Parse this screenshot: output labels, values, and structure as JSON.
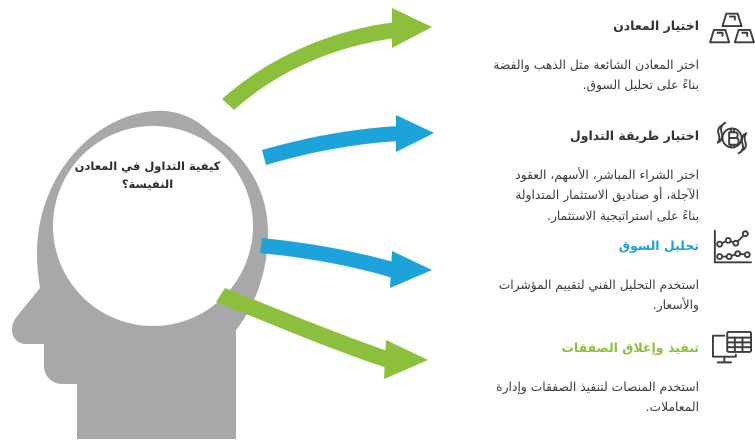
{
  "colors": {
    "green": "#8cc03c",
    "blue": "#1ba3da",
    "head_gray": "#a8a8a8",
    "icon_dark": "#3d3d3d",
    "body_text": "#3a3a3a",
    "title_dark": "#333333",
    "background": "#ffffff"
  },
  "center": {
    "question": "كيفية التداول في المعادن النفيسة؟",
    "head_label": "head-silhouette"
  },
  "steps": [
    {
      "index": "1",
      "icon": "gold-bars-icon",
      "title": "اختيار المعادن",
      "title_color": "#333333",
      "body": "اختر المعادن الشائعة مثل الذهب والفضة\nبناءً على تحليل السوق.",
      "arrow_color": "#8cc03c",
      "arrow_name": "arrow-green-up"
    },
    {
      "index": "2",
      "icon": "coin-handshake-icon",
      "title": "اختيار طريقة التداول",
      "title_color": "#333333",
      "body": "اختر الشراء المباشر، الأسهم، العقود\nالآجلة، أو صناديق الاستثمار المتداولة\nبناءً على استراتيجية الاستثمار.",
      "arrow_color": "#1ba3da",
      "arrow_name": "arrow-blue-upper"
    },
    {
      "index": "3",
      "icon": "line-chart-icon",
      "title": "تحليل السوق",
      "title_color": "#1ba3da",
      "body": "استخدم التحليل الفني لتقييم المؤشرات\nوالأسعار.",
      "arrow_color": "#1ba3da",
      "arrow_name": "arrow-blue-lower"
    },
    {
      "index": "4",
      "icon": "monitor-spreadsheet-icon",
      "title": "تنفيذ وإغلاق الصفقات",
      "title_color": "#8cc03c",
      "body": "استخدم المنصات لتنفيذ الصفقات وإدارة\nالمعاملات.",
      "arrow_color": "#8cc03c",
      "arrow_name": "arrow-green-down"
    }
  ]
}
